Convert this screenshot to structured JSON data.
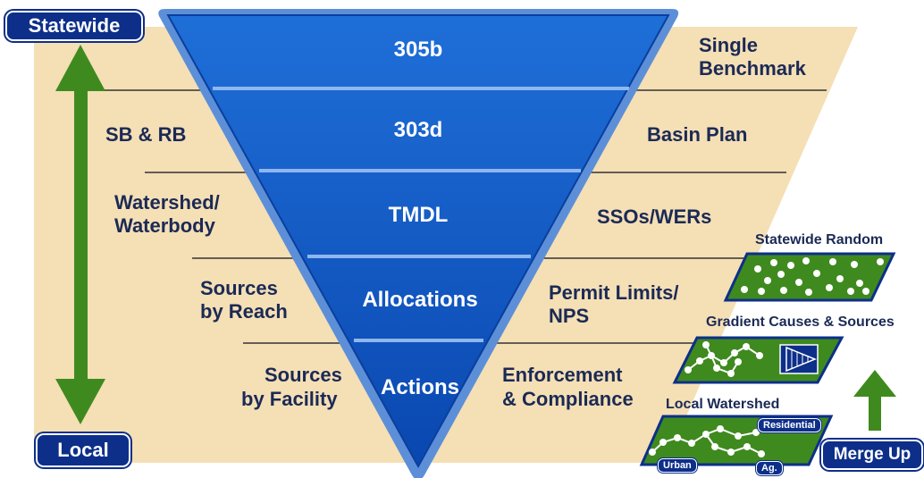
{
  "triangle_levels": [
    "305b",
    "303d",
    "TMDL",
    "Allocations",
    "Actions"
  ],
  "left_labels": {
    "sb_rb": "SB & RB",
    "watershed_l1": "Watershed/",
    "watershed_l2": "Waterbody",
    "sources_reach_l1": "Sources",
    "sources_reach_l2": "by Reach",
    "sources_fac_l1": "Sources",
    "sources_fac_l2": "by Facility"
  },
  "right_labels": {
    "single_l1": "Single",
    "single_l2": "Benchmark",
    "basin": "Basin Plan",
    "sso": "SSOs/WERs",
    "permit_l1": "Permit Limits/",
    "permit_l2": "NPS",
    "enf_l1": "Enforcement",
    "enf_l2": "& Compliance"
  },
  "axis": {
    "top": "Statewide",
    "bottom": "Local"
  },
  "sampling": {
    "random": "Statewide Random",
    "gradient": "Gradient  Causes & Sources",
    "local": "Local Watershed",
    "tag_residential": "Residential",
    "tag_urban": "Urban",
    "tag_ag": "Ag.",
    "merge_up": "Merge Up"
  },
  "colors": {
    "background_band": "#f5dfb5",
    "triangle": "#1460c8",
    "arrow": "#3f8a1f",
    "navy": "#0d2f8a",
    "field_green": "#3f8a1f"
  }
}
